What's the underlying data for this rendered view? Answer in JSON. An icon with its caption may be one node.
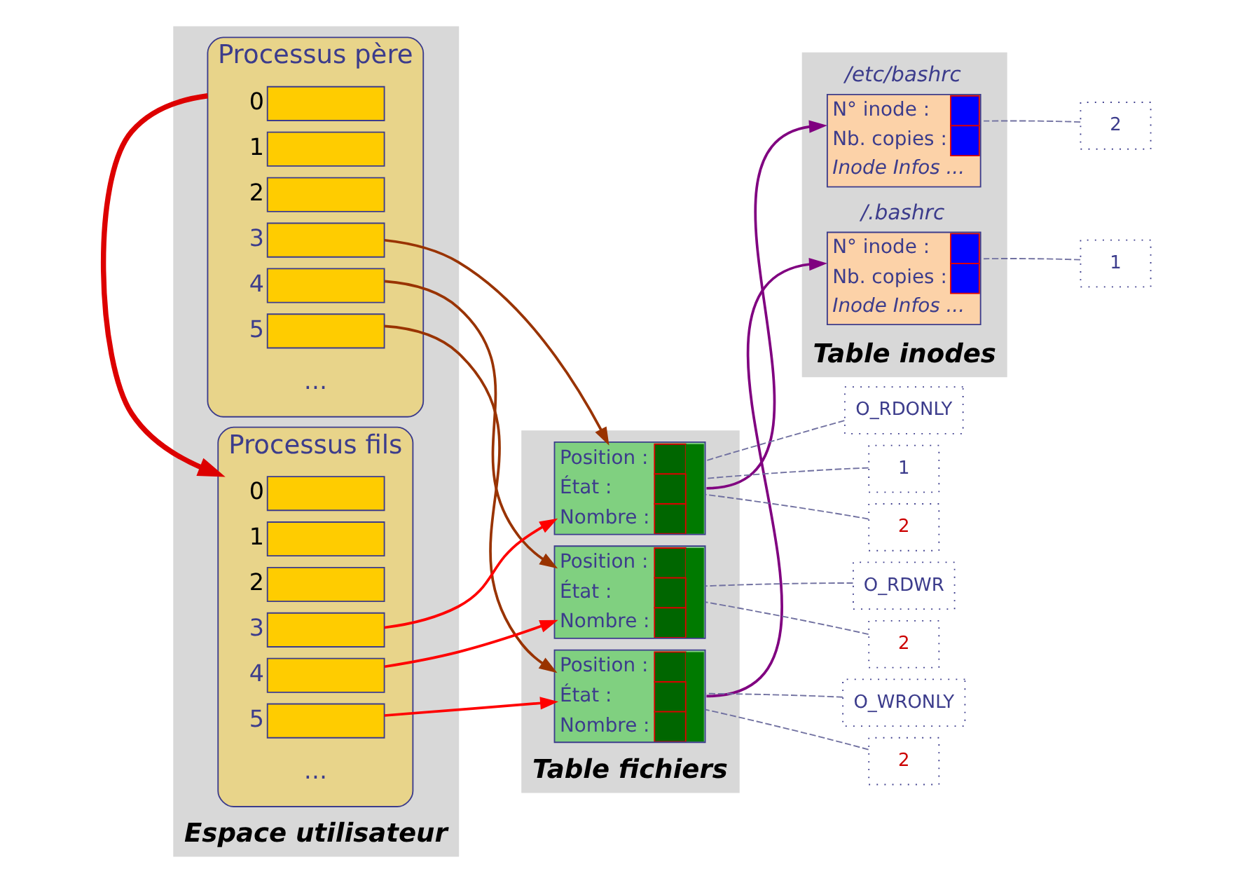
{
  "diagram": {
    "nodes": [
      {
        "text": [
          "Espace utilisateur"
        ]
      },
      {
        "text": [
          "Processus père"
        ],
        "in": 0
      },
      {
        "text": [],
        "shape": "box",
        "beside": [
          "0"
        ],
        "in": 1
      },
      {
        "text": [],
        "shape": "box",
        "beside": [
          "1"
        ],
        "in": 1
      },
      {
        "text": [],
        "shape": "box",
        "beside": [
          "2"
        ],
        "in": 1
      },
      {
        "text": [],
        "shape": "box",
        "beside": [
          "3"
        ],
        "in": 1
      },
      {
        "text": [],
        "shape": "box",
        "beside": [
          "4"
        ],
        "in": 1
      },
      {
        "text": [],
        "shape": "box",
        "beside": [
          "5"
        ],
        "in": 1
      },
      {
        "text": [
          "Processus fils"
        ],
        "in": 0
      },
      {
        "text": [],
        "shape": "box",
        "beside": [
          "0"
        ],
        "in": 8
      },
      {
        "text": [],
        "shape": "box",
        "beside": [
          "1"
        ],
        "in": 8
      },
      {
        "text": [],
        "shape": "box",
        "beside": [
          "2"
        ],
        "in": 8
      },
      {
        "text": [],
        "shape": "box",
        "beside": [
          "3"
        ],
        "in": 8
      },
      {
        "text": [],
        "shape": "box",
        "beside": [
          "4"
        ],
        "in": 8
      },
      {
        "text": [],
        "shape": "box",
        "beside": [
          "5"
        ],
        "in": 8
      },
      {
        "text": [
          "Table fichiers"
        ]
      },
      {
        "text": [
          "Position :",
          "État :",
          "Nombre :"
        ],
        "in": 15
      },
      {
        "text": [
          "Position :",
          "État :",
          "Nombre :"
        ],
        "in": 15
      },
      {
        "text": [
          "Position :",
          "État :",
          "Nombre :"
        ],
        "in": 15
      },
      {
        "text": [
          "Table inodes"
        ]
      },
      {
        "text": [
          "/etc/bashrc",
          "N° inode :",
          "Nb. copies :",
          "Inode Infos ..."
        ],
        "in": 19
      },
      {
        "text": [
          "/.bashrc",
          "N° inode :",
          "Nb. copies :",
          "Inode Infos ..."
        ],
        "in": 19
      },
      {
        "text": [
          "O_RDONLY"
        ]
      },
      {
        "text": [
          "1"
        ]
      },
      {
        "text": [
          "2"
        ]
      },
      {
        "text": [
          "O_RDWR"
        ]
      },
      {
        "text": [
          "2"
        ]
      },
      {
        "text": [
          "O_WRONLY"
        ]
      },
      {
        "text": [
          "2"
        ]
      },
      {
        "text": [
          "2"
        ]
      },
      {
        "text": [
          "1"
        ]
      }
    ],
    "edges": [
      {
        "from": 5,
        "to": 16,
        "arrow": "to",
        "color": "#993300"
      },
      {
        "from": 6,
        "to": 17,
        "arrow": "to",
        "color": "#993300"
      },
      {
        "from": 7,
        "to": 18,
        "arrow": "to",
        "color": "#993300"
      },
      {
        "from": 12,
        "to": 16,
        "arrow": "to",
        "color": "#ff0000"
      },
      {
        "from": 13,
        "to": 17,
        "arrow": "to",
        "color": "#ff0000"
      },
      {
        "from": 14,
        "to": 18,
        "arrow": "to",
        "color": "#ff0000"
      },
      {
        "from": 16,
        "to": 20,
        "arrow": "to",
        "color": "#800080"
      },
      {
        "from": 18,
        "to": 21,
        "arrow": "to",
        "color": "#800080"
      },
      {
        "from": 1,
        "to": 8,
        "arrow": "to",
        "style": "thick",
        "color": "#dd0000"
      },
      {
        "from": 22,
        "to": 16,
        "arrow": "none",
        "style": "dashed"
      },
      {
        "from": 23,
        "to": 16,
        "arrow": "none",
        "style": "dashed"
      },
      {
        "from": 24,
        "to": 16,
        "arrow": "none",
        "style": "dashed"
      },
      {
        "from": 25,
        "to": 17,
        "arrow": "none",
        "style": "dashed"
      },
      {
        "from": 26,
        "to": 17,
        "arrow": "none",
        "style": "dashed"
      },
      {
        "from": 27,
        "to": 18,
        "arrow": "none",
        "style": "dashed"
      },
      {
        "from": 28,
        "to": 18,
        "arrow": "none",
        "style": "dashed"
      },
      {
        "from": 29,
        "to": 20,
        "arrow": "none",
        "style": "dashed"
      },
      {
        "from": 30,
        "to": 21,
        "arrow": "none",
        "style": "dashed"
      }
    ],
    "labels": [
      "…",
      "…"
    ]
  }
}
